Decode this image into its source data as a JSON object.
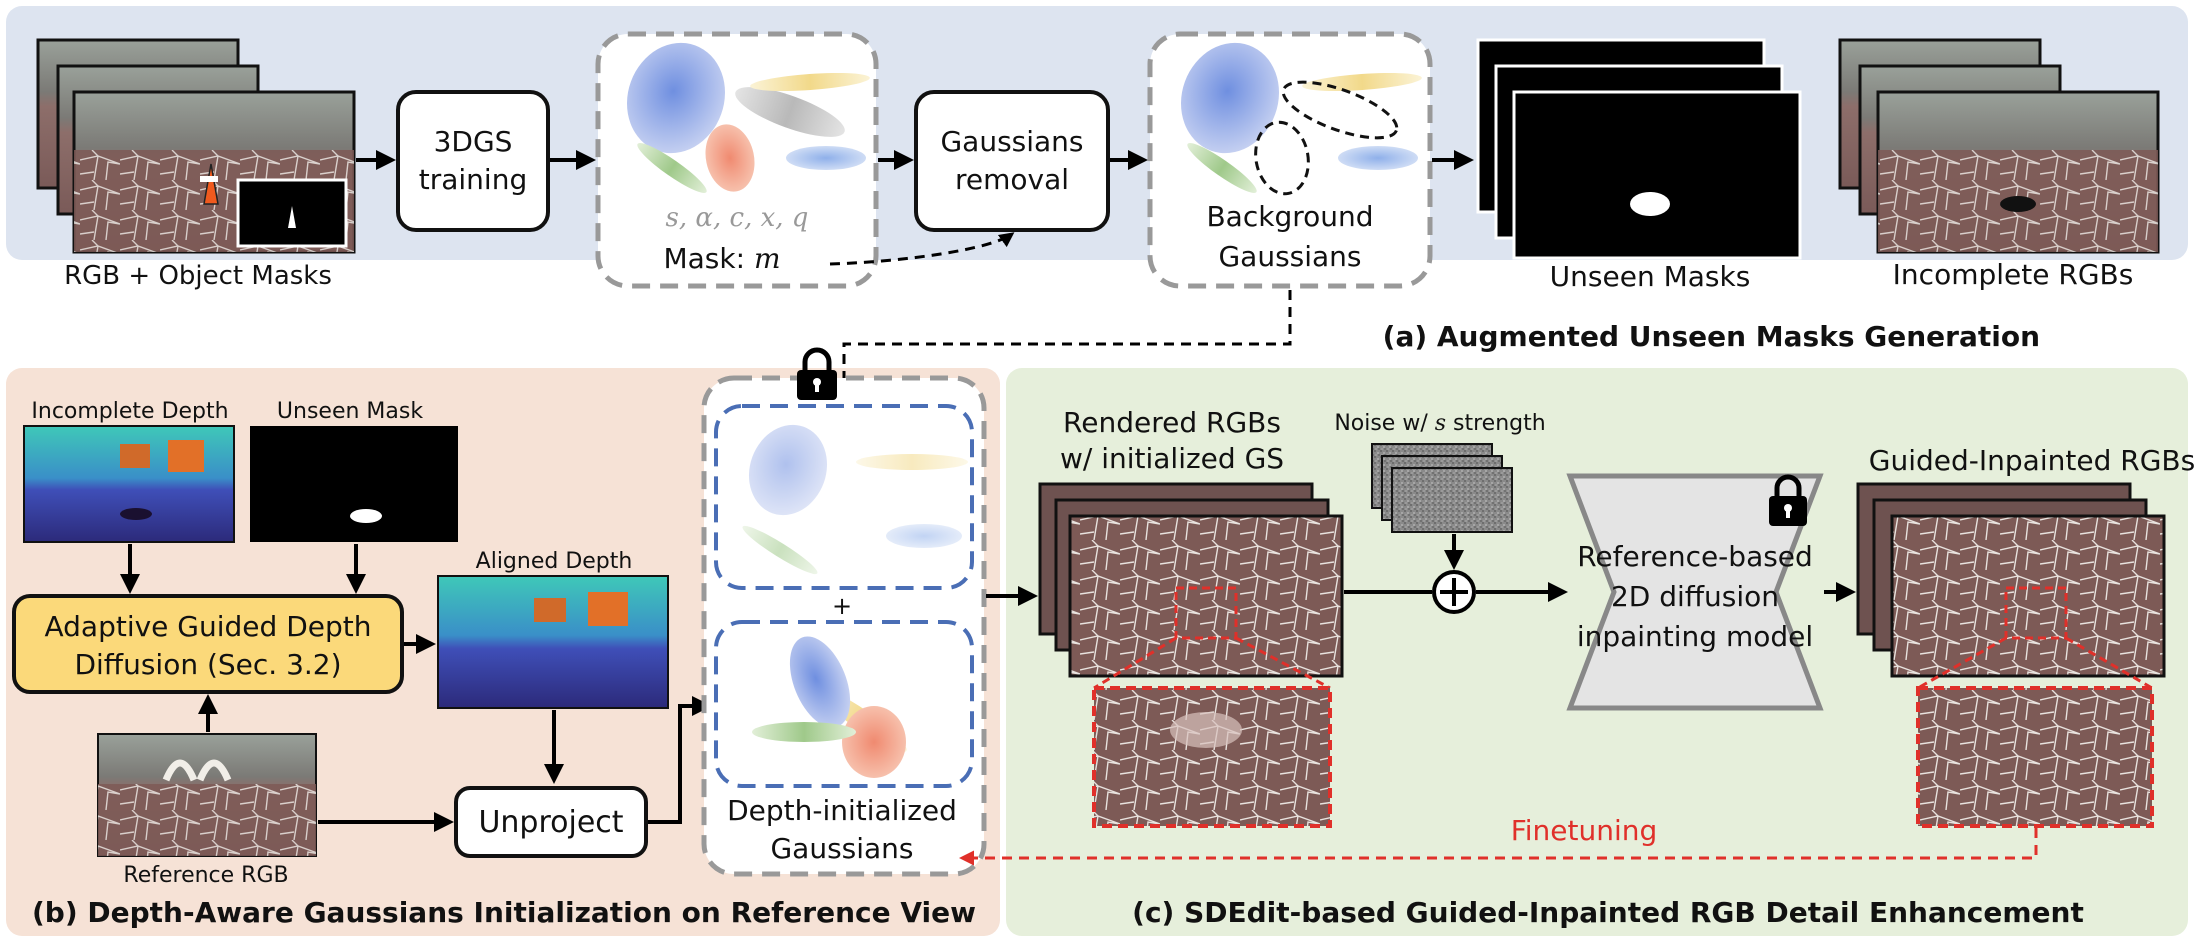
{
  "panel_a": {
    "title": "(a) Augmented Unseen Masks Generation",
    "rgb_label": "RGB + Object Masks",
    "train_box": [
      "3DGS",
      "training"
    ],
    "params_label": "s, α, c, x, q",
    "mask_prefix": "Mask: ",
    "mask_var": "m",
    "removal_box": [
      "Gaussians",
      "removal"
    ],
    "background_label": [
      "Background",
      "Gaussians"
    ],
    "unseen_masks_label": "Unseen Masks",
    "incomplete_label": "Incomplete RGBs"
  },
  "panel_b": {
    "title": "(b) Depth-Aware Gaussians Initialization on Reference View",
    "incomplete_depth": "Incomplete Depth",
    "unseen_mask": "Unseen Mask",
    "aligned_depth": "Aligned Depth",
    "diffusion_box": [
      "Adaptive Guided Depth",
      "Diffusion (Sec. 3.2)"
    ],
    "reference_rgb": "Reference RGB",
    "unproject": "Unproject",
    "plus": "+",
    "depth_init": [
      "Depth-initialized",
      "Gaussians"
    ]
  },
  "panel_c": {
    "title": "(c) SDEdit-based Guided-Inpainted RGB Detail Enhancement",
    "rendered": [
      "Rendered RGBs",
      "w/ initialized GS"
    ],
    "noise_prefix": "Noise w/ ",
    "noise_var": "s",
    "noise_suffix": " strength",
    "model_box": [
      "Reference-based",
      "2D diffusion",
      "inpainting model"
    ],
    "guided": "Guided-Inpainted RGBs",
    "finetuning": "Finetuning"
  },
  "colors": {
    "panel_a_bg": "#dde4f0",
    "panel_b_bg": "#f6e2d6",
    "panel_c_bg": "#e6efdb",
    "diffusion_box": "#fbd97a",
    "finetune_red": "#e0302a",
    "dashed_blue": "#4a6eb5"
  },
  "icons": [
    "lock-icon",
    "plus-circle-icon",
    "arrow-icon"
  ]
}
